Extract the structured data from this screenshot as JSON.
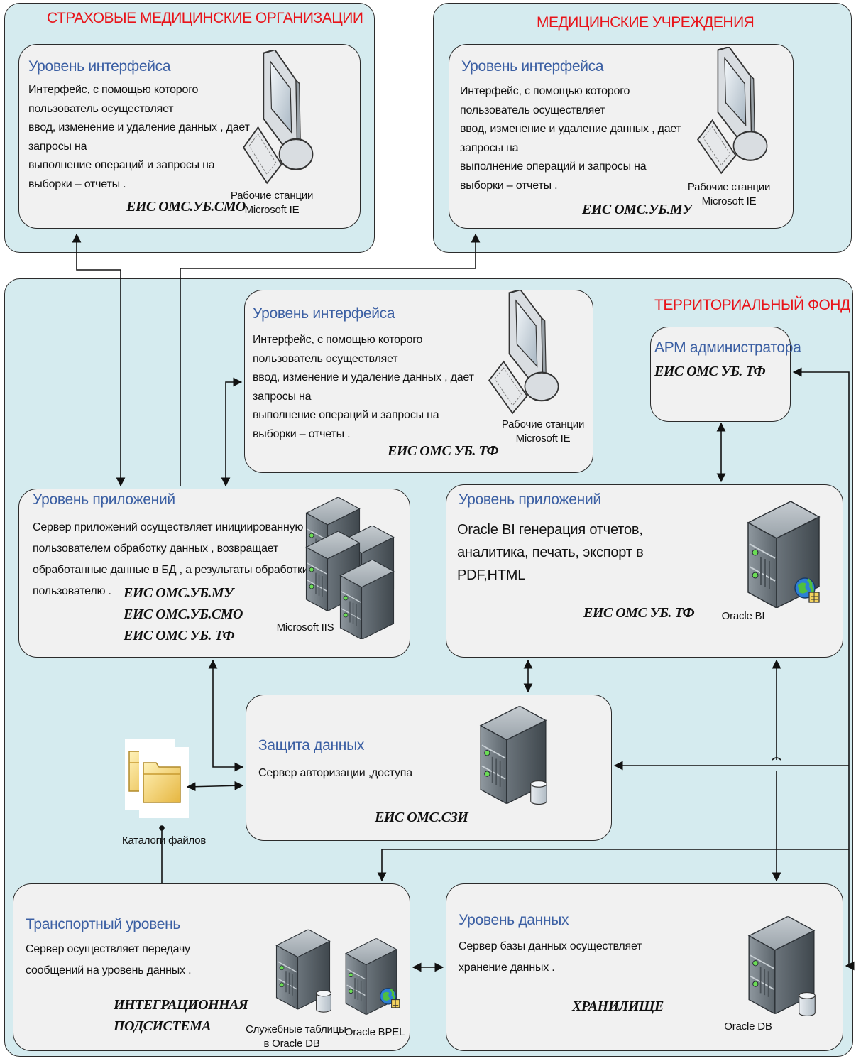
{
  "regions": {
    "smo": "СТРАХОВЫЕ МЕДИЦИНСКИЕ ОРГАНИЗАЦИИ",
    "mu": "МЕДИЦИНСКИЕ УЧРЕЖДЕНИЯ",
    "tf": "ТЕРРИТОРИАЛЬНЫЙ ФОНД"
  },
  "interface_smo": {
    "heading": "Уровень интерфейса",
    "lines": [
      "Интерфейс, с помощью которого",
      "пользователь осуществляет",
      "ввод, изменение и удаление данных , дает",
      "запросы на",
      "выполнение операций и запросы на",
      "выборки – отчеты ."
    ],
    "system": "ЕИС ОМС.УБ.СМО",
    "caption": [
      "Рабочие станции",
      "Microsoft IE"
    ]
  },
  "interface_mu": {
    "heading": "Уровень интерфейса",
    "lines": [
      "Интерфейс, с помощью которого",
      "пользователь осуществляет",
      "ввод, изменение и удаление данных , дает",
      "запросы на",
      "выполнение операций и запросы на",
      "выборки – отчеты ."
    ],
    "system": "ЕИС ОМС.УБ.МУ",
    "caption": [
      "Рабочие станции",
      "Microsoft IE"
    ]
  },
  "interface_tf": {
    "heading": "Уровень интерфейса",
    "lines": [
      "Интерфейс, с помощью которого",
      "пользователь осуществляет",
      "ввод, изменение и удаление данных , дает",
      "запросы на",
      "выполнение операций и запросы на",
      "выборки – отчеты ."
    ],
    "system": "ЕИС ОМС УБ. ТФ",
    "caption": [
      "Рабочие станции",
      "Microsoft IE"
    ]
  },
  "admin": {
    "heading": "АРМ администратора",
    "system": "ЕИС ОМС УБ. ТФ"
  },
  "apps_left": {
    "heading": "Уровень приложений",
    "lines": [
      "Сервер приложений осуществляет инициированную",
      "пользователем обработку данных , возвращает",
      "обработанные данные в БД , а результаты обработки",
      "пользователю ."
    ],
    "systems": [
      "ЕИС ОМС.УБ.МУ",
      "ЕИС ОМС.УБ.СМО",
      "ЕИС ОМС УБ. ТФ"
    ],
    "caption": "Microsoft IIS"
  },
  "apps_right": {
    "heading": "Уровень приложений",
    "lines": [
      "Oracle BI генерация отчетов,",
      "аналитика, печать, экспорт в",
      "PDF,HTML"
    ],
    "system": "ЕИС ОМС УБ. ТФ",
    "caption": "Oracle BI"
  },
  "security": {
    "heading": "Защита данных",
    "line": "Сервер авторизации ,доступа",
    "system": "ЕИС ОМС.СЗИ"
  },
  "files": {
    "caption": "Каталоги файлов"
  },
  "transport": {
    "heading": "Транспортный уровень",
    "lines": [
      "Сервер осуществляет передачу",
      "сообщений на уровень данных ."
    ],
    "systems": [
      "ИНТЕГРАЦИОННАЯ",
      "ПОДСИСТЕМА"
    ],
    "caption_tables": [
      "Служебные таблицы",
      "в Oracle DB"
    ],
    "caption_bpel": "Oracle BPEL"
  },
  "data": {
    "heading": "Уровень данных",
    "lines": [
      "Сервер базы данных осуществляет",
      "хранение данных ."
    ],
    "system": "ХРАНИЛИЩЕ",
    "caption": "Oracle DB"
  },
  "colors": {
    "region_fill": "#d5ebef",
    "box_fill": "#f1f1f1",
    "heading": "#3b5fa3",
    "region_title": "#e8141a"
  }
}
